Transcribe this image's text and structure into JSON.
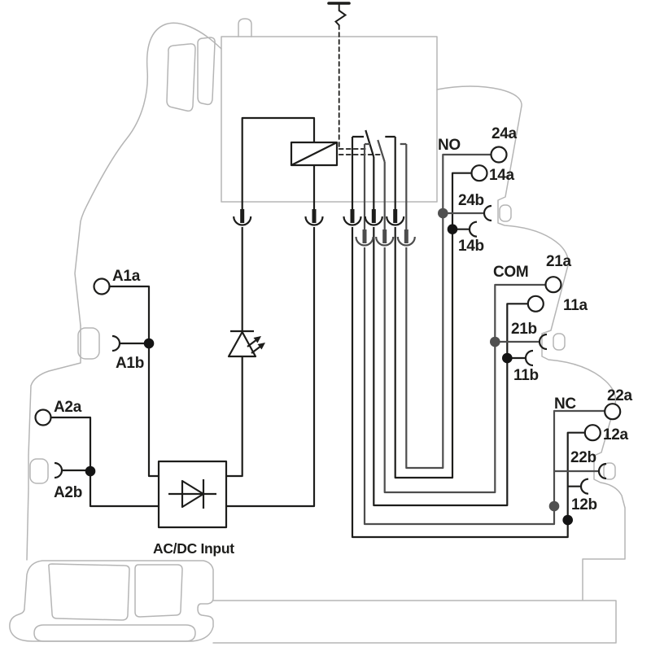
{
  "colors": {
    "background": "#ffffff",
    "line": "#1d1d1b",
    "pole2_line": "#4d4d4d",
    "housing_outline": "#b5b5b5",
    "junction_black": "#141414",
    "junction_gray": "#505050"
  },
  "converter": {
    "label": "AC/DC Input"
  },
  "coil_terminals": {
    "a1a": "A1a",
    "a1b": "A1b",
    "a2a": "A2a",
    "a2b": "A2b"
  },
  "contact_groups": [
    {
      "label": "NO",
      "terminals": [
        "24a",
        "14a",
        "24b",
        "14b"
      ]
    },
    {
      "label": "COM",
      "terminals": [
        "21a",
        "11a",
        "21b",
        "11b"
      ]
    },
    {
      "label": "NC",
      "terminals": [
        "22a",
        "12a",
        "22b",
        "12b"
      ]
    }
  ],
  "symbols": [
    "relay-coil",
    "led-indicator",
    "rectifier-diode",
    "manual-test-actuator",
    "plug-in-connector",
    "changeover-contact",
    "screw-terminal",
    "bridge-socket"
  ]
}
